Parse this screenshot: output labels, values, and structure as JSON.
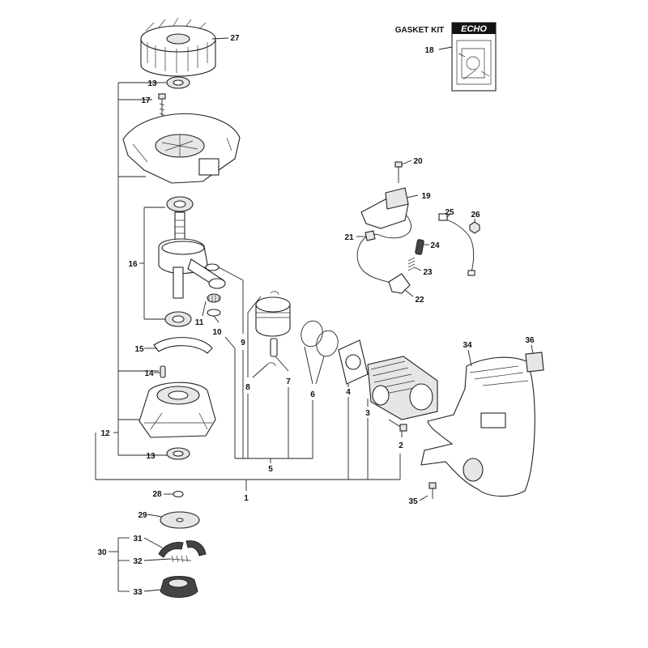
{
  "gasket_kit": {
    "title": "GASKET KIT",
    "brand": "ECHO"
  },
  "callouts": [
    "1",
    "2",
    "3",
    "4",
    "5",
    "6",
    "7",
    "8",
    "9",
    "10",
    "11",
    "12",
    "13",
    "14",
    "15",
    "16",
    "17",
    "18",
    "19",
    "20",
    "21",
    "22",
    "23",
    "24",
    "25",
    "26",
    "27",
    "28",
    "29",
    "30",
    "31",
    "32",
    "33",
    "34",
    "35",
    "36"
  ]
}
